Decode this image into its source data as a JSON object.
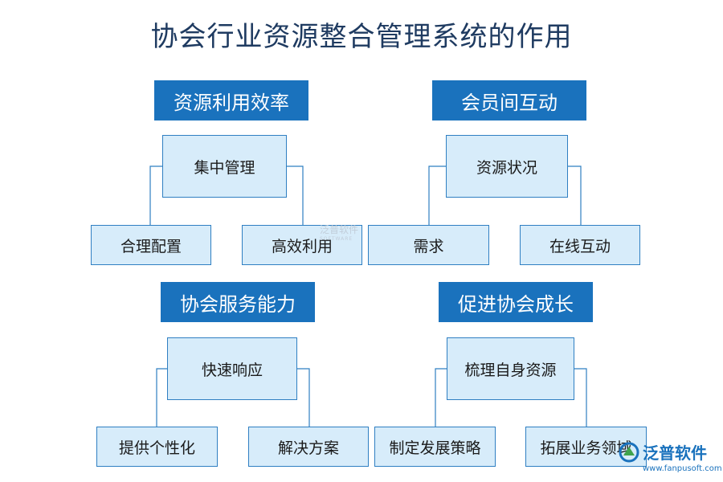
{
  "title": "协会行业资源整合管理系统的作用",
  "colors": {
    "header_bg": "#1a72bd",
    "box_bg": "#d7ecfa",
    "box_border": "#2f7fc2",
    "connector": "#2f7fc2",
    "title": "#1f3b61"
  },
  "groups": [
    {
      "header": "资源利用效率",
      "center": "集中管理",
      "left": "合理配置",
      "right": "高效利用"
    },
    {
      "header": "会员间互动",
      "center": "资源状况",
      "left": "需求",
      "right": "在线互动"
    },
    {
      "header": "协会服务能力",
      "center": "快速响应",
      "left": "提供个性化",
      "right": "解决方案"
    },
    {
      "header": "促进协会成长",
      "center": "梳理自身资源",
      "left": "制定发展策略",
      "right": "拓展业务领域"
    }
  ],
  "watermark": {
    "text": "泛普软件",
    "sub": "SOFTWARE"
  },
  "logo": {
    "text": "泛普软件",
    "url": "www.fanpusoft.com"
  }
}
